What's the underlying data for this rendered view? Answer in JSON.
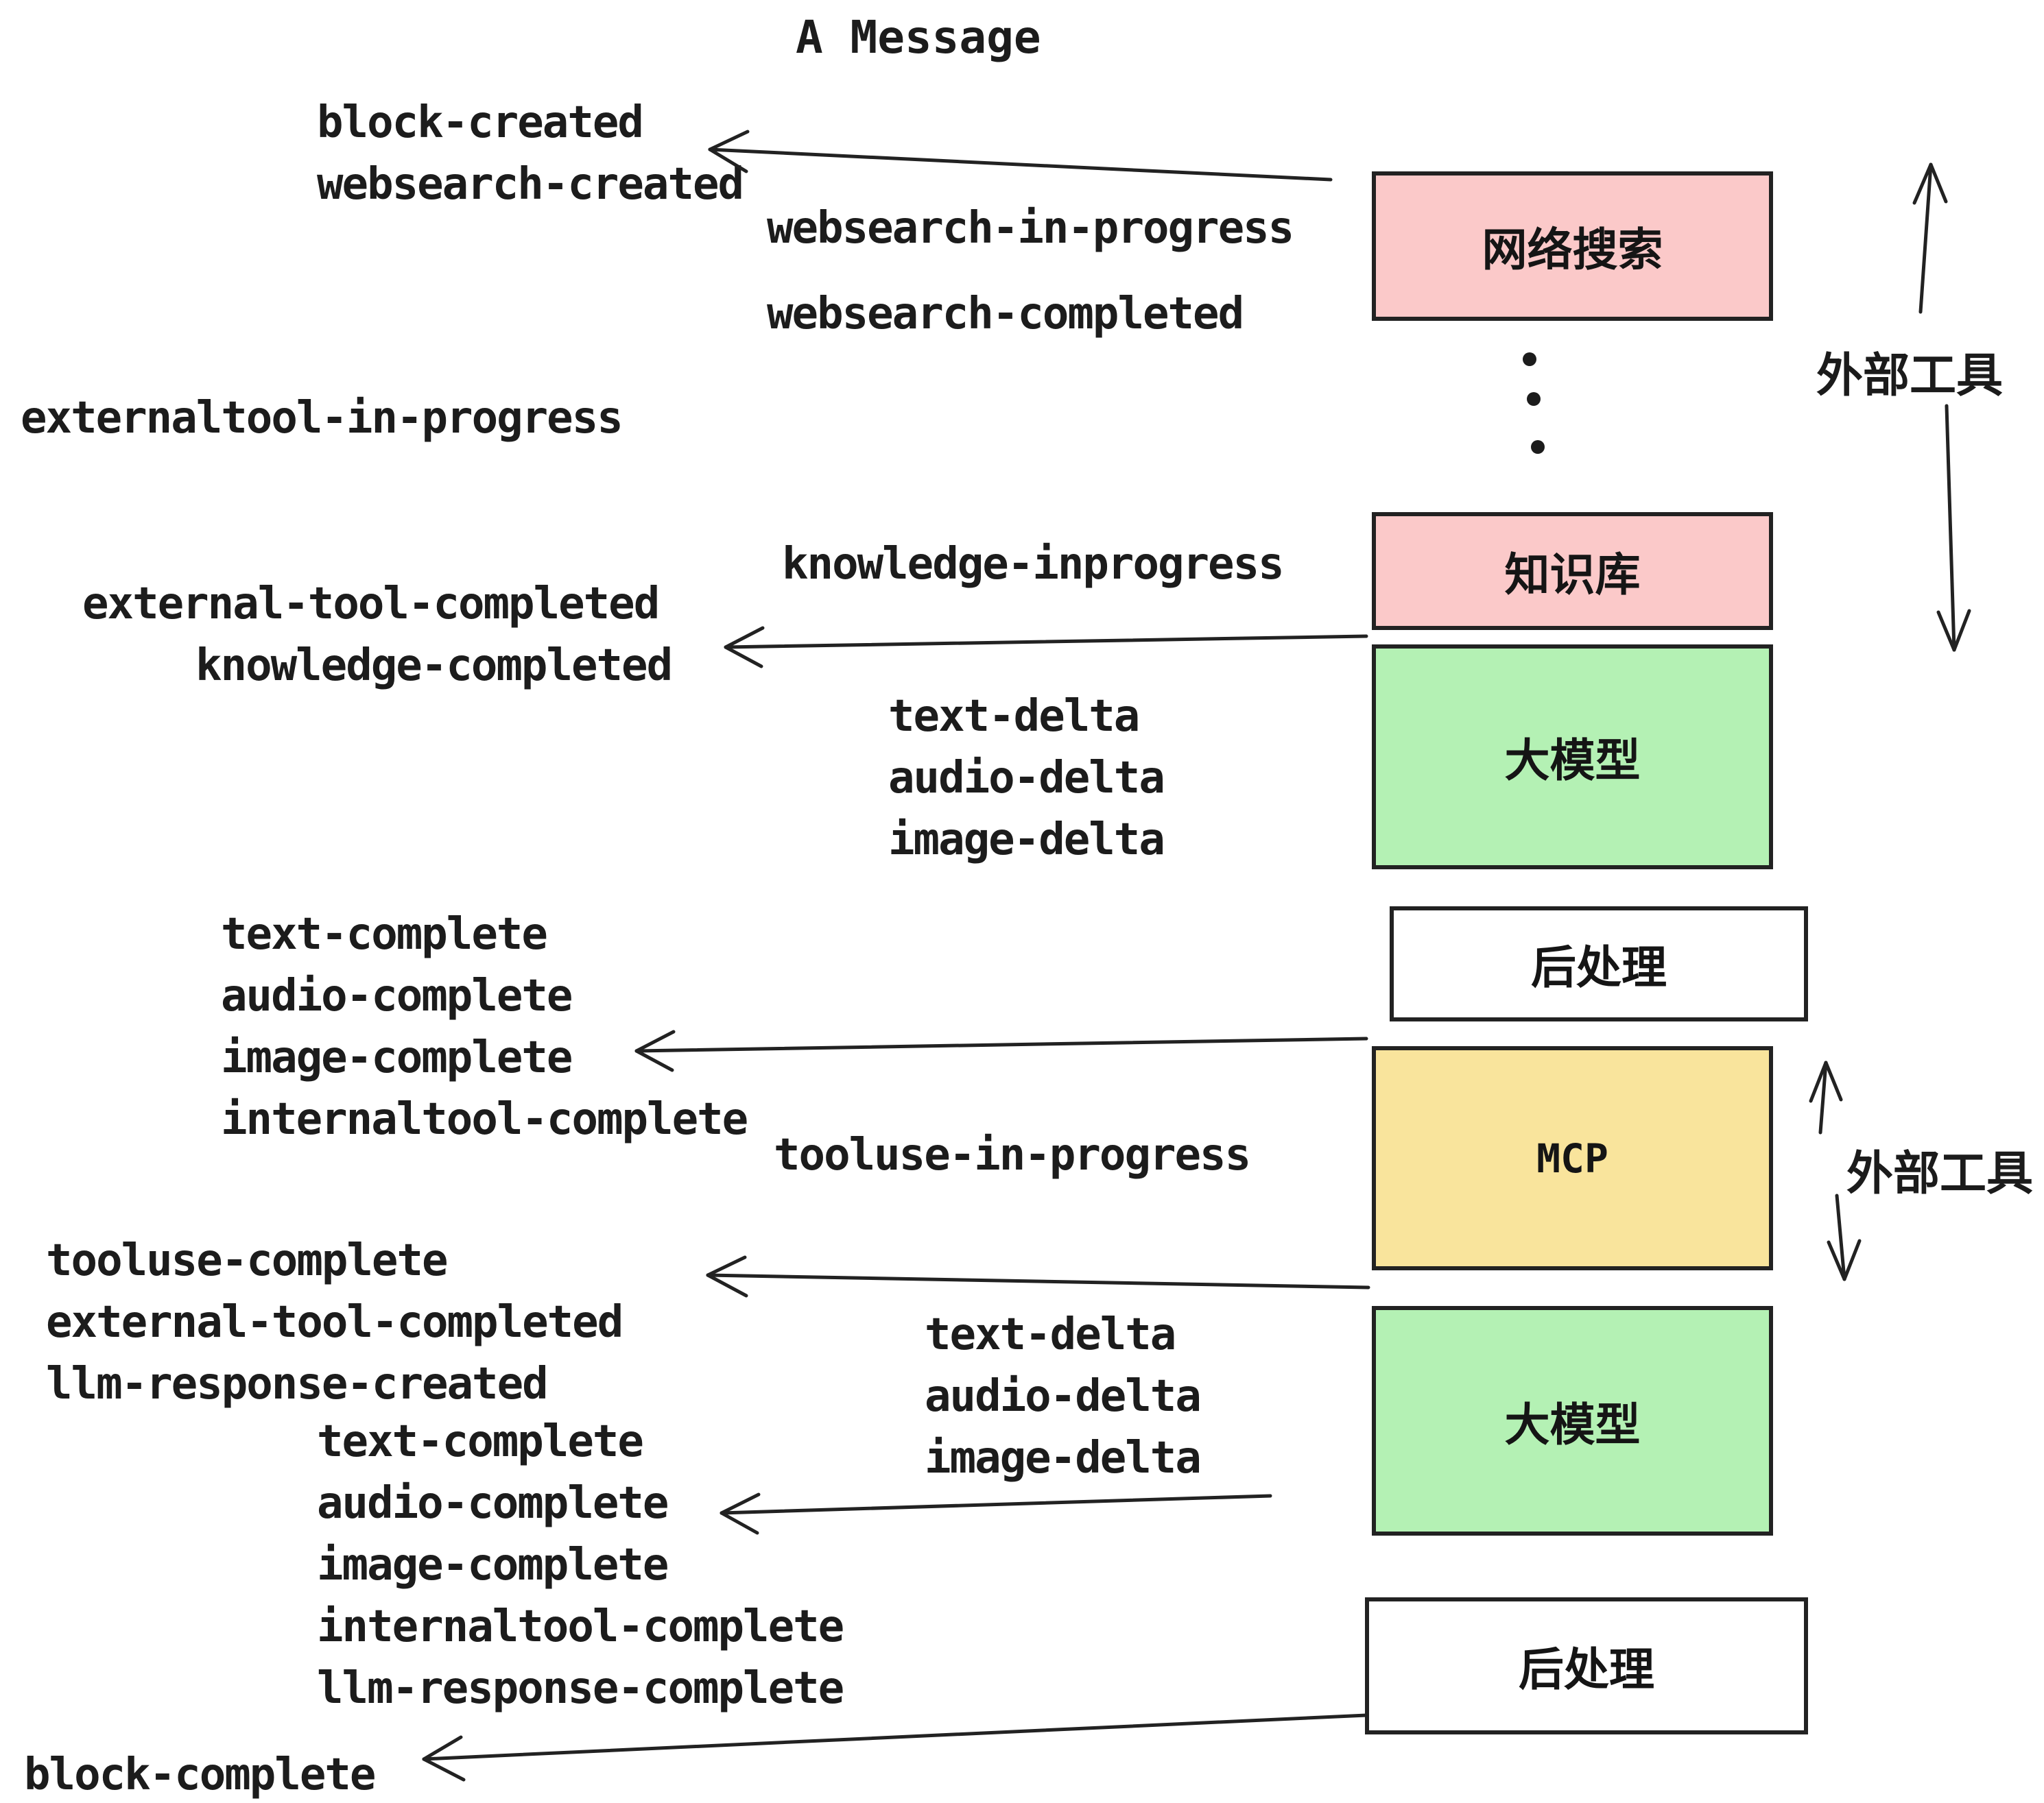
{
  "title": "A Message",
  "colors": {
    "pink": "#fbc9c9",
    "green": "#b4f1b4",
    "yellow": "#f9e49c",
    "white": "#ffffff",
    "stroke": "#222222",
    "text": "#1c1c1c"
  },
  "boxes": {
    "websearch": {
      "label": "网络搜索"
    },
    "knowledge": {
      "label": "知识库"
    },
    "llm_top": {
      "label": "大模型"
    },
    "post_top": {
      "label": "后处理"
    },
    "mcp": {
      "label": "MCP"
    },
    "llm_bottom": {
      "label": "大模型"
    },
    "post_bottom": {
      "label": "后处理"
    }
  },
  "annotations": {
    "external_tools_top": "外部工具",
    "external_tools_mcp": "外部工具"
  },
  "events": [
    "block-created",
    "websearch-created",
    "websearch-in-progress",
    "websearch-completed",
    "externaltool-in-progress",
    "knowledge-inprogress",
    "external-tool-completed",
    "knowledge-completed",
    "text-delta",
    "audio-delta",
    "image-delta",
    "text-complete",
    "audio-complete",
    "image-complete",
    "internaltool-complete",
    "tooluse-in-progress",
    "tooluse-complete",
    "external-tool-completed",
    "llm-response-created",
    "text-delta",
    "audio-delta",
    "image-delta",
    "text-complete",
    "audio-complete",
    "image-complete",
    "internaltool-complete",
    "llm-response-complete",
    "block-complete"
  ]
}
